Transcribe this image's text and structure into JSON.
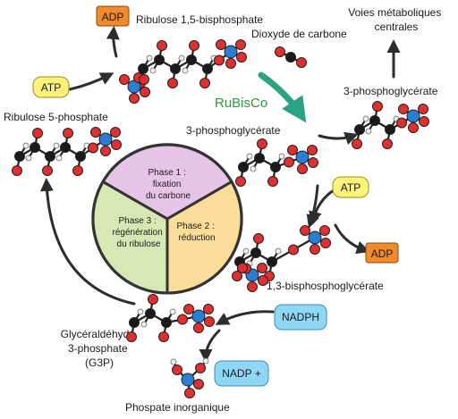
{
  "labels": {
    "ribulose_bisphosphate": "Ribulose 1,5-bisphosphate",
    "co2": "Dioxyde de carbone",
    "voies_line1": "Voies métaboliques",
    "voies_line2": "centrales",
    "rubisco": "RuBisCo",
    "pga_right": "3-phosphoglycérate",
    "pga_center": "3-phosphoglycérate",
    "ribulose_phosphate": "Ribulose 5-phosphate",
    "bpg": "1,3-bisphosphoglycérate",
    "g3p_line1": "Glycéraldéhyde",
    "g3p_line2": "3-phosphate",
    "g3p_line3": "(G3P)",
    "phosphate": "Phospate inorganique"
  },
  "badges": {
    "atp_top": "ATP",
    "adp_top": "ADP",
    "atp_right": "ATP",
    "adp_right": "ADP",
    "nadph": "NADPH",
    "nadp": "NADP +"
  },
  "cycle": {
    "phase1": [
      "Phase 1 :",
      "fixation",
      "du carbone"
    ],
    "phase2": [
      "Phase 2 :",
      "réduction"
    ],
    "phase3": [
      "Phase 3 :",
      "régénération",
      "du ribulose"
    ]
  },
  "colors": {
    "phase1": "#e6c4e8",
    "phase2": "#fbdc98",
    "phase3": "#d6e8b4",
    "atp": "#fff27a",
    "adp": "#f08a2a",
    "nadph": "#8fd7f5",
    "rubisco": "#2aa382",
    "carbon": "#1a1a1a",
    "oxygen": "#e02f2f",
    "phosphorus": "#2a7fd4",
    "hydrogen": "#f2f2f2"
  }
}
